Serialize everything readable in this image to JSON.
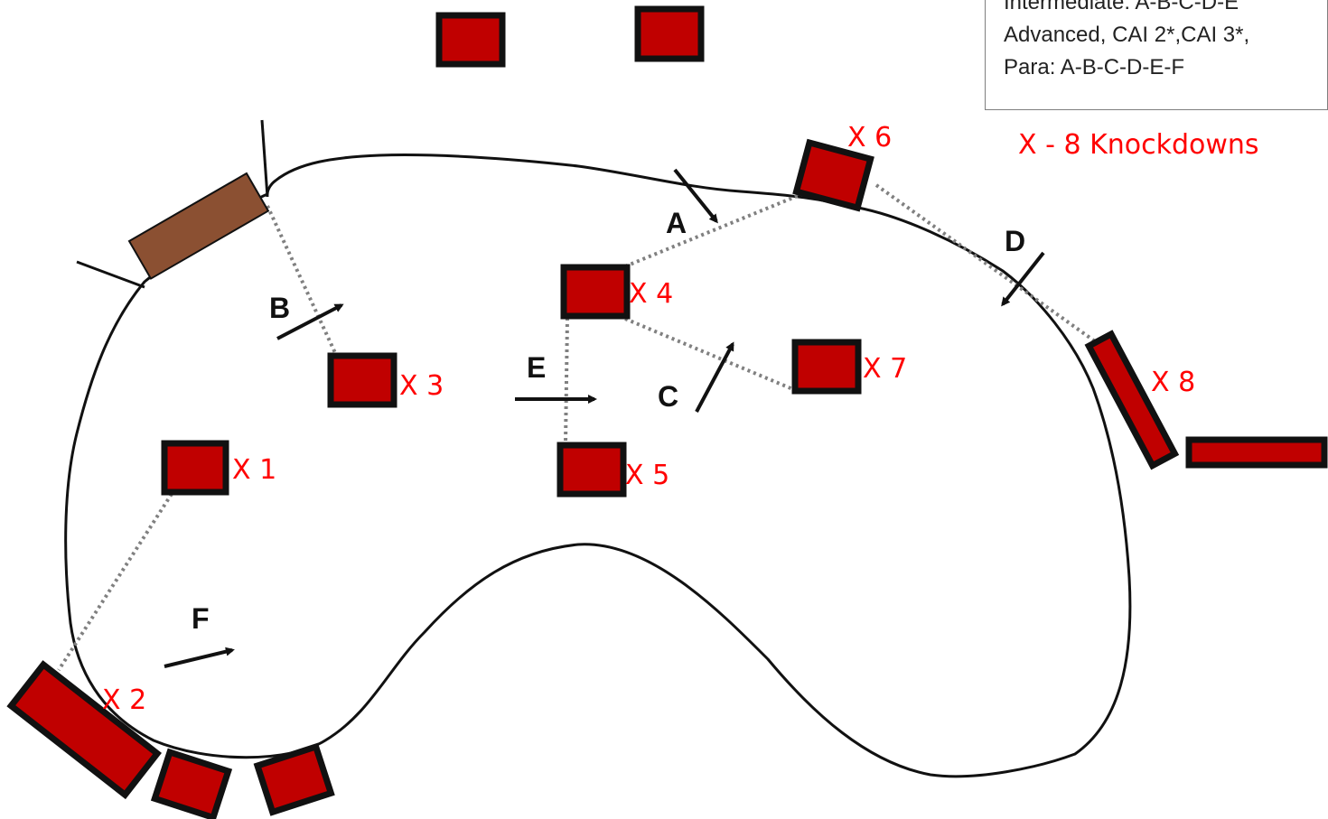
{
  "legend": {
    "lines": [
      "Intermediate: A-B-C-D-E",
      "Advanced, CAI 2*,CAI 3*,",
      "Para:  A-B-C-D-E-F"
    ]
  },
  "knockdown_note": "X - 8 Knockdowns",
  "colors": {
    "fence_fill": "#c00000",
    "fence_outline": "#111111",
    "gate_fill": "#8b5032",
    "knockdown_text": "#ff0000",
    "path_dots": "#808080"
  },
  "knockdown_fences": [
    {
      "id": "fence-1",
      "label": "X 1"
    },
    {
      "id": "fence-2",
      "label": "X 2"
    },
    {
      "id": "fence-3",
      "label": "X 3"
    },
    {
      "id": "fence-4",
      "label": "X 4"
    },
    {
      "id": "fence-5",
      "label": "X 5"
    },
    {
      "id": "fence-6",
      "label": "X 6"
    },
    {
      "id": "fence-7",
      "label": "X 7"
    },
    {
      "id": "fence-8",
      "label": "X 8"
    }
  ],
  "legs": [
    {
      "id": "A",
      "label": "A"
    },
    {
      "id": "B",
      "label": "B"
    },
    {
      "id": "C",
      "label": "C"
    },
    {
      "id": "D",
      "label": "D"
    },
    {
      "id": "E",
      "label": "E"
    },
    {
      "id": "F",
      "label": "F"
    }
  ]
}
